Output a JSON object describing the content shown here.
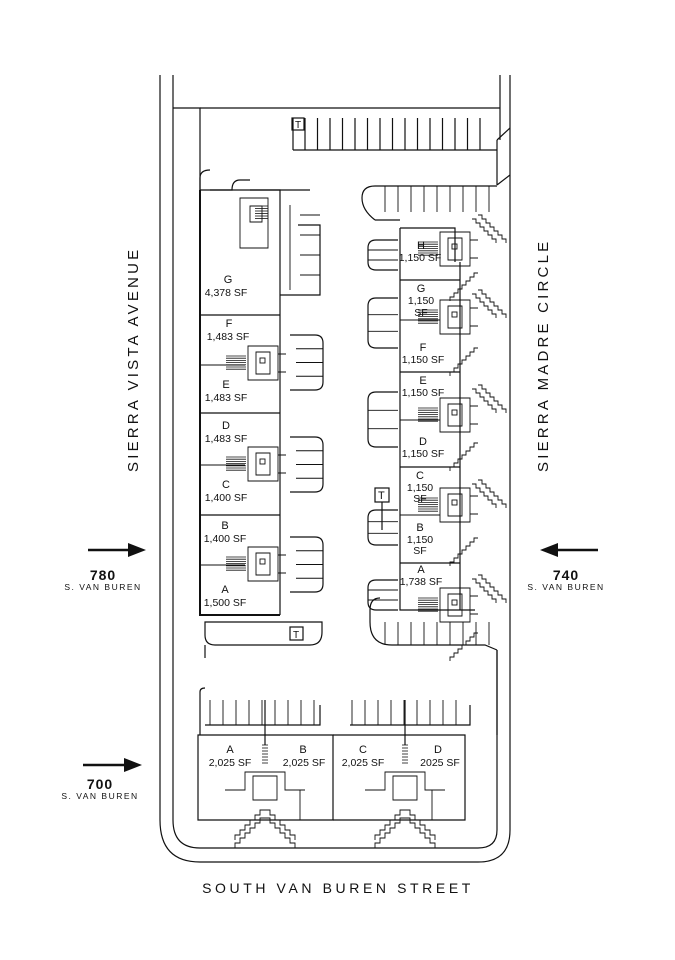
{
  "streets": {
    "west": "SIERRA VISTA AVENUE",
    "east": "SIERRA MADRE CIRCLE",
    "south": "SOUTH VAN BUREN STREET"
  },
  "addresses": {
    "a780": {
      "number": "780",
      "street": "S. VAN BUREN"
    },
    "a740": {
      "number": "740",
      "street": "S. VAN BUREN"
    },
    "a700": {
      "number": "700",
      "street": "S. VAN BUREN"
    }
  },
  "west_building": {
    "G": {
      "name": "G",
      "size": "4,378 SF"
    },
    "F": {
      "name": "F",
      "size": "1,483 SF"
    },
    "E": {
      "name": "E",
      "size": "1,483 SF"
    },
    "D": {
      "name": "D",
      "size": "1,483 SF"
    },
    "C": {
      "name": "C",
      "size": "1,400 SF"
    },
    "B": {
      "name": "B",
      "size": "1,400 SF"
    },
    "A": {
      "name": "A",
      "size": "1,500 SF"
    }
  },
  "east_building": {
    "H": {
      "name": "H",
      "size": "1,150 SF"
    },
    "G": {
      "name": "G",
      "size": "1,150 SF"
    },
    "F": {
      "name": "F",
      "size": "1,150 SF"
    },
    "E": {
      "name": "E",
      "size": "1,150 SF"
    },
    "D": {
      "name": "D",
      "size": "1,150 SF"
    },
    "C": {
      "name": "C",
      "size": "1,150 SF"
    },
    "B": {
      "name": "B",
      "size": "1,150 SF"
    },
    "A": {
      "name": "A",
      "size": "1,738 SF"
    }
  },
  "south_building": {
    "A": {
      "name": "A",
      "size": "2,025 SF"
    },
    "B": {
      "name": "B",
      "size": "2,025 SF"
    },
    "C": {
      "name": "C",
      "size": "2,025 SF"
    },
    "D": {
      "name": "D",
      "size": "2025 SF"
    }
  },
  "trash_marker": "T"
}
